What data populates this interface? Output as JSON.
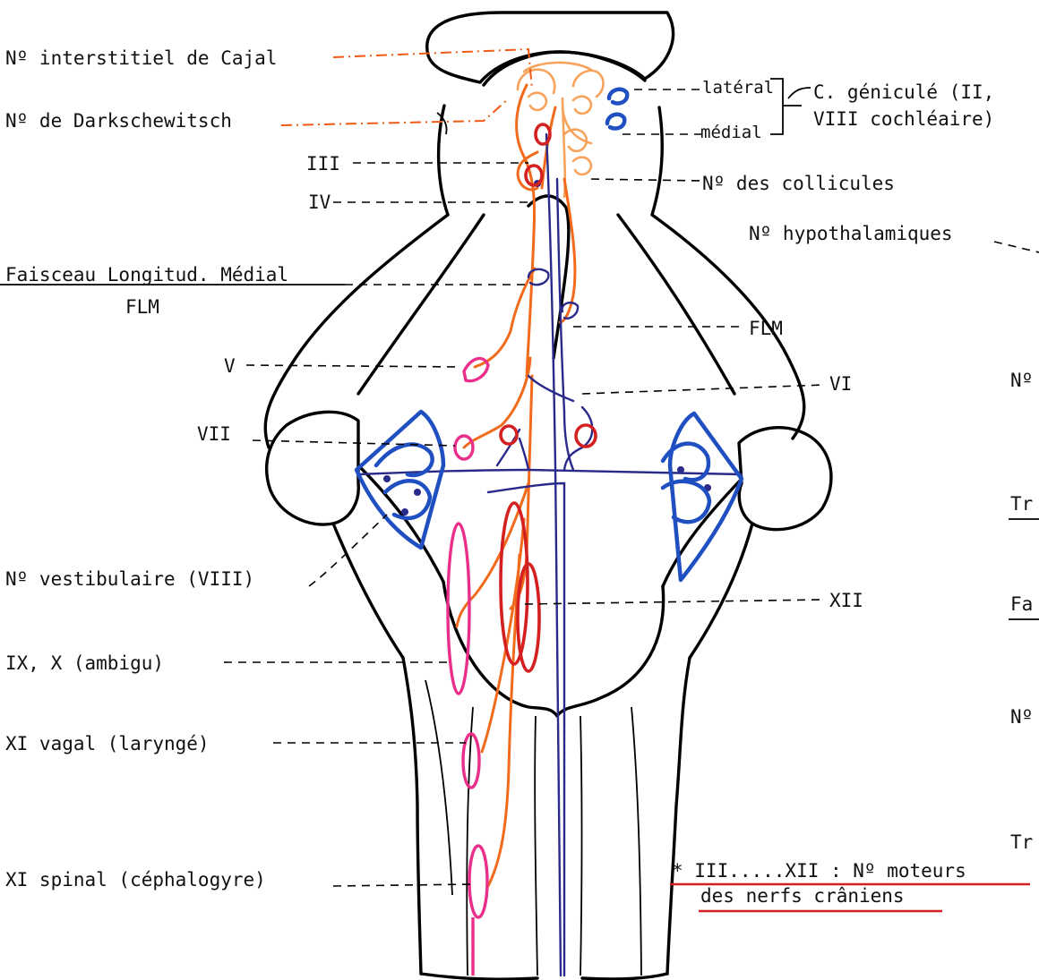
{
  "labels": {
    "cajal": "Nº interstitiel de Cajal",
    "darkschewitsch": "Nº de Darkschewitsch",
    "iii": "III",
    "iv": "IV",
    "flm_title": "Faisceau Longitud. Médial",
    "flm_abbr": "FLM",
    "v": "V",
    "vii": "VII",
    "vestibulaire": "Nº vestibulaire (VIII)",
    "ix_x": "IX,  X  (ambigu)",
    "xi_vagal": "XI vagal  (laryngé)",
    "xi_spinal": "XI  spinal (céphalogyre)",
    "lateral": "latéral",
    "medial": "médial",
    "geniculate_1": "C. géniculé (II,",
    "geniculate_2": "VIII cochléaire)",
    "collicules": "Nº des collicules",
    "hypothalamiques": "Nº hypothalamiques",
    "flm_right": "FLM",
    "vi": "VI",
    "xii": "XII",
    "cut_1": "Nº",
    "cut_2": "Tr",
    "cut_3": "Fa",
    "cut_4": "Nº",
    "cut_5": "Tr"
  },
  "note": {
    "line1": "* III.....XII : Nº moteurs",
    "line2": "des nerfs crâniens"
  },
  "colors": {
    "outline": "#000000",
    "motor_fibers": "#f26a1b",
    "flm_tract": "#2a2a8a",
    "vestibular_nuclei": "#1f4fc0",
    "motor_nuclei": "#d42020",
    "branchial_nuclei": "#ea2f8a",
    "underline": "#d42020"
  }
}
